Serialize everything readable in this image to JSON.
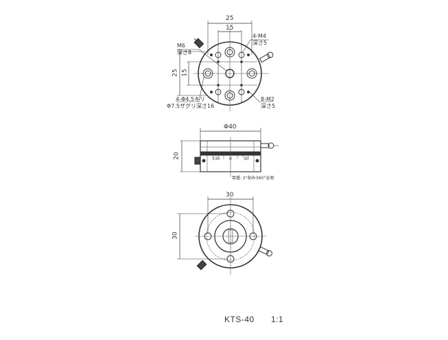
{
  "drawing": {
    "model": "KTS-40",
    "scale": "1:1",
    "top_view": {
      "dim_outer_width": "25",
      "dim_inner_width": "15",
      "dim_outer_height": "25",
      "dim_inner_height": "15",
      "callout_m4": "4-M4",
      "callout_m4_depth": "深さ5",
      "callout_m6": "M6",
      "callout_m6_depth": "深さ8",
      "callout_holes": "4-Φ4.5キリ",
      "callout_holes_counterbore": "Φ7.5ザグリ深さ16",
      "callout_m2": "8-M2",
      "callout_m2_depth": "深さ5"
    },
    "side_view": {
      "dim_diameter": "Φ40",
      "dim_height": "20",
      "scale_labels": [
        "330",
        "0",
        "30"
      ],
      "note": "目盛: 2°刻み360°全周"
    },
    "bottom_view": {
      "dim_width": "30",
      "dim_height": "30"
    },
    "colors": {
      "line": "#333333",
      "center_line": "#555555",
      "background": "#ffffff"
    }
  }
}
